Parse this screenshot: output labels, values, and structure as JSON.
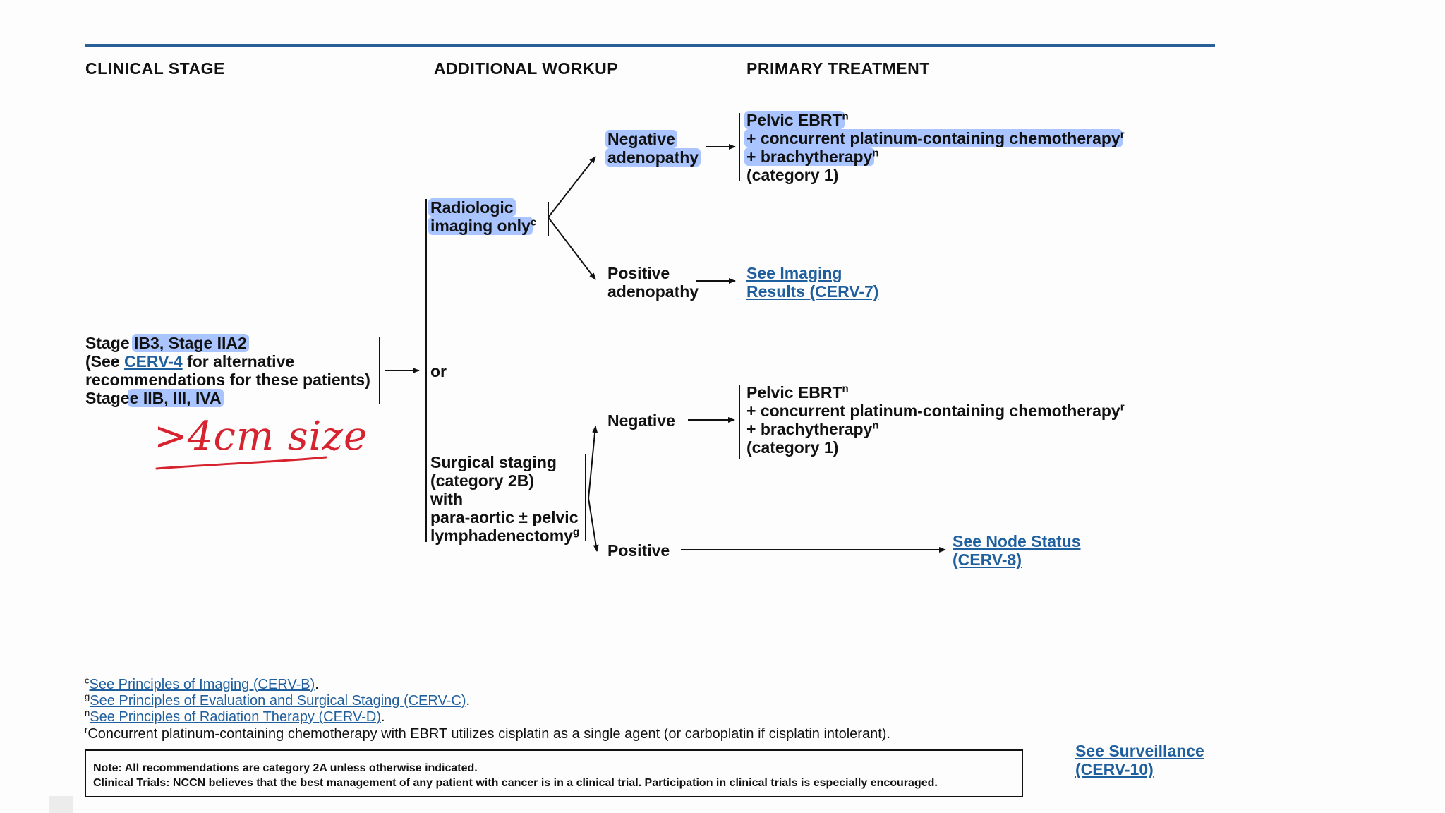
{
  "headers": {
    "clinical_stage": "CLINICAL STAGE",
    "additional_workup": "ADDITIONAL WORKUP",
    "primary_treatment": "PRIMARY TREATMENT"
  },
  "stage": {
    "line1_pre": "Stage ",
    "line1_hl": "IB3, Stage IIA2",
    "line2_pre": "(See ",
    "line2_link": "CERV-4",
    "line2_post": " for alternative",
    "line3": "recommendations for these patients)",
    "line4_pre": "Stage",
    "line4_hl": "e IIB, III, IVA",
    "handwritten_note": ">4cm size"
  },
  "or_label": "or",
  "radiologic": {
    "line1": "Radiologic",
    "line2": "imaging only",
    "sup": "c"
  },
  "neg_adenopathy": {
    "line1": "Negative",
    "line2": "adenopathy"
  },
  "pos_adenopathy": {
    "line1": "Positive",
    "line2": "adenopathy"
  },
  "treatment_a": {
    "line1": "Pelvic EBRT",
    "sup1": "n",
    "line2": "+ concurrent platinum-containing chemotherapy",
    "sup2": "r",
    "line3": "+ brachytherapy",
    "sup3": "n",
    "line4": "(category 1)"
  },
  "see_imaging": {
    "line1": "See Imaging",
    "line2": "Results (CERV-7)"
  },
  "surgical": {
    "line1": "Surgical staging",
    "line2": "(category 2B)",
    "line3": "with",
    "line4": "para-aortic ± pelvic",
    "line5": "lymphadenectomy",
    "sup": "g"
  },
  "negative_label": "Negative",
  "positive_label": "Positive",
  "treatment_b": {
    "line1": "Pelvic EBRT",
    "sup1": "n",
    "line2": "+ concurrent platinum-containing chemotherapy",
    "sup2": "r",
    "line3": "+ brachytherapy",
    "sup3": "n",
    "line4": "(category 1)"
  },
  "see_node": {
    "line1": "See Node Status",
    "line2": "(CERV-8)"
  },
  "footnotes": [
    {
      "mark": "c",
      "text": "See Principles of Imaging (CERV-B)",
      "tail": "."
    },
    {
      "mark": "g",
      "text": "See Principles of Evaluation and Surgical Staging (CERV-C)",
      "tail": "."
    },
    {
      "mark": "n",
      "text": "See Principles of Radiation Therapy (CERV-D)",
      "tail": "."
    },
    {
      "mark": "r",
      "text": "Concurrent platinum-containing chemotherapy with EBRT utilizes cisplatin as a single agent (or carboplatin if cisplatin intolerant).",
      "tail": ""
    }
  ],
  "note": {
    "line1": "Note: All recommendations are category 2A unless otherwise indicated.",
    "line2": "Clinical Trials: NCCN believes that the best management of any patient with cancer is in a clinical trial. Participation in clinical trials is especially encouraged."
  },
  "see_surveillance": {
    "line1": "See Surveillance",
    "line2": "(CERV-10)"
  },
  "colors": {
    "rule": "#2b5f97",
    "link": "#1f5f9e",
    "highlight": "rgba(100,150,255,0.55)",
    "handwriting": "#d6232f"
  }
}
